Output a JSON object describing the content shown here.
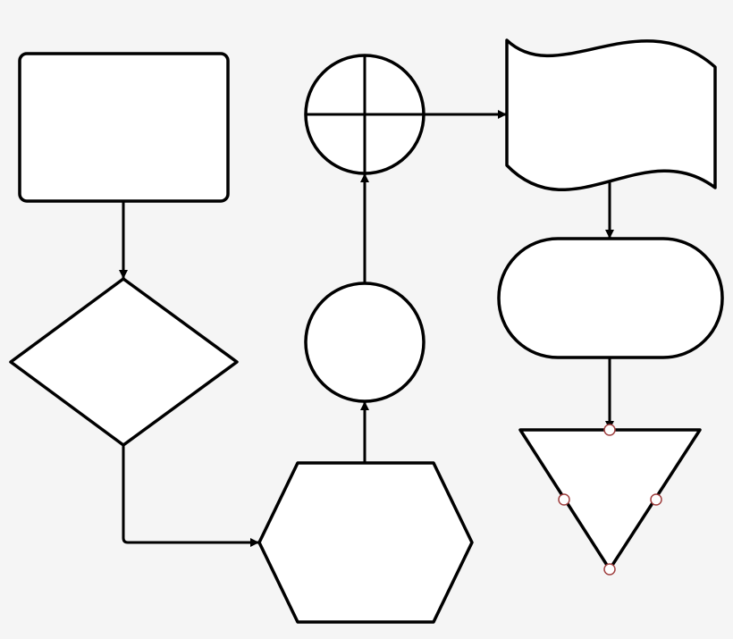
{
  "diagram": {
    "colors": {
      "background": "#f5f5f5",
      "stroke": "#000000",
      "fill": "#ffffff",
      "handle": "#a04040"
    },
    "shapes": [
      "process-rectangle",
      "decision-diamond",
      "preparation-hexagon",
      "connector-circle",
      "summing-junction-circle",
      "punched-tape",
      "terminator",
      "merge-triangle"
    ],
    "selected_shape": "merge-triangle"
  }
}
